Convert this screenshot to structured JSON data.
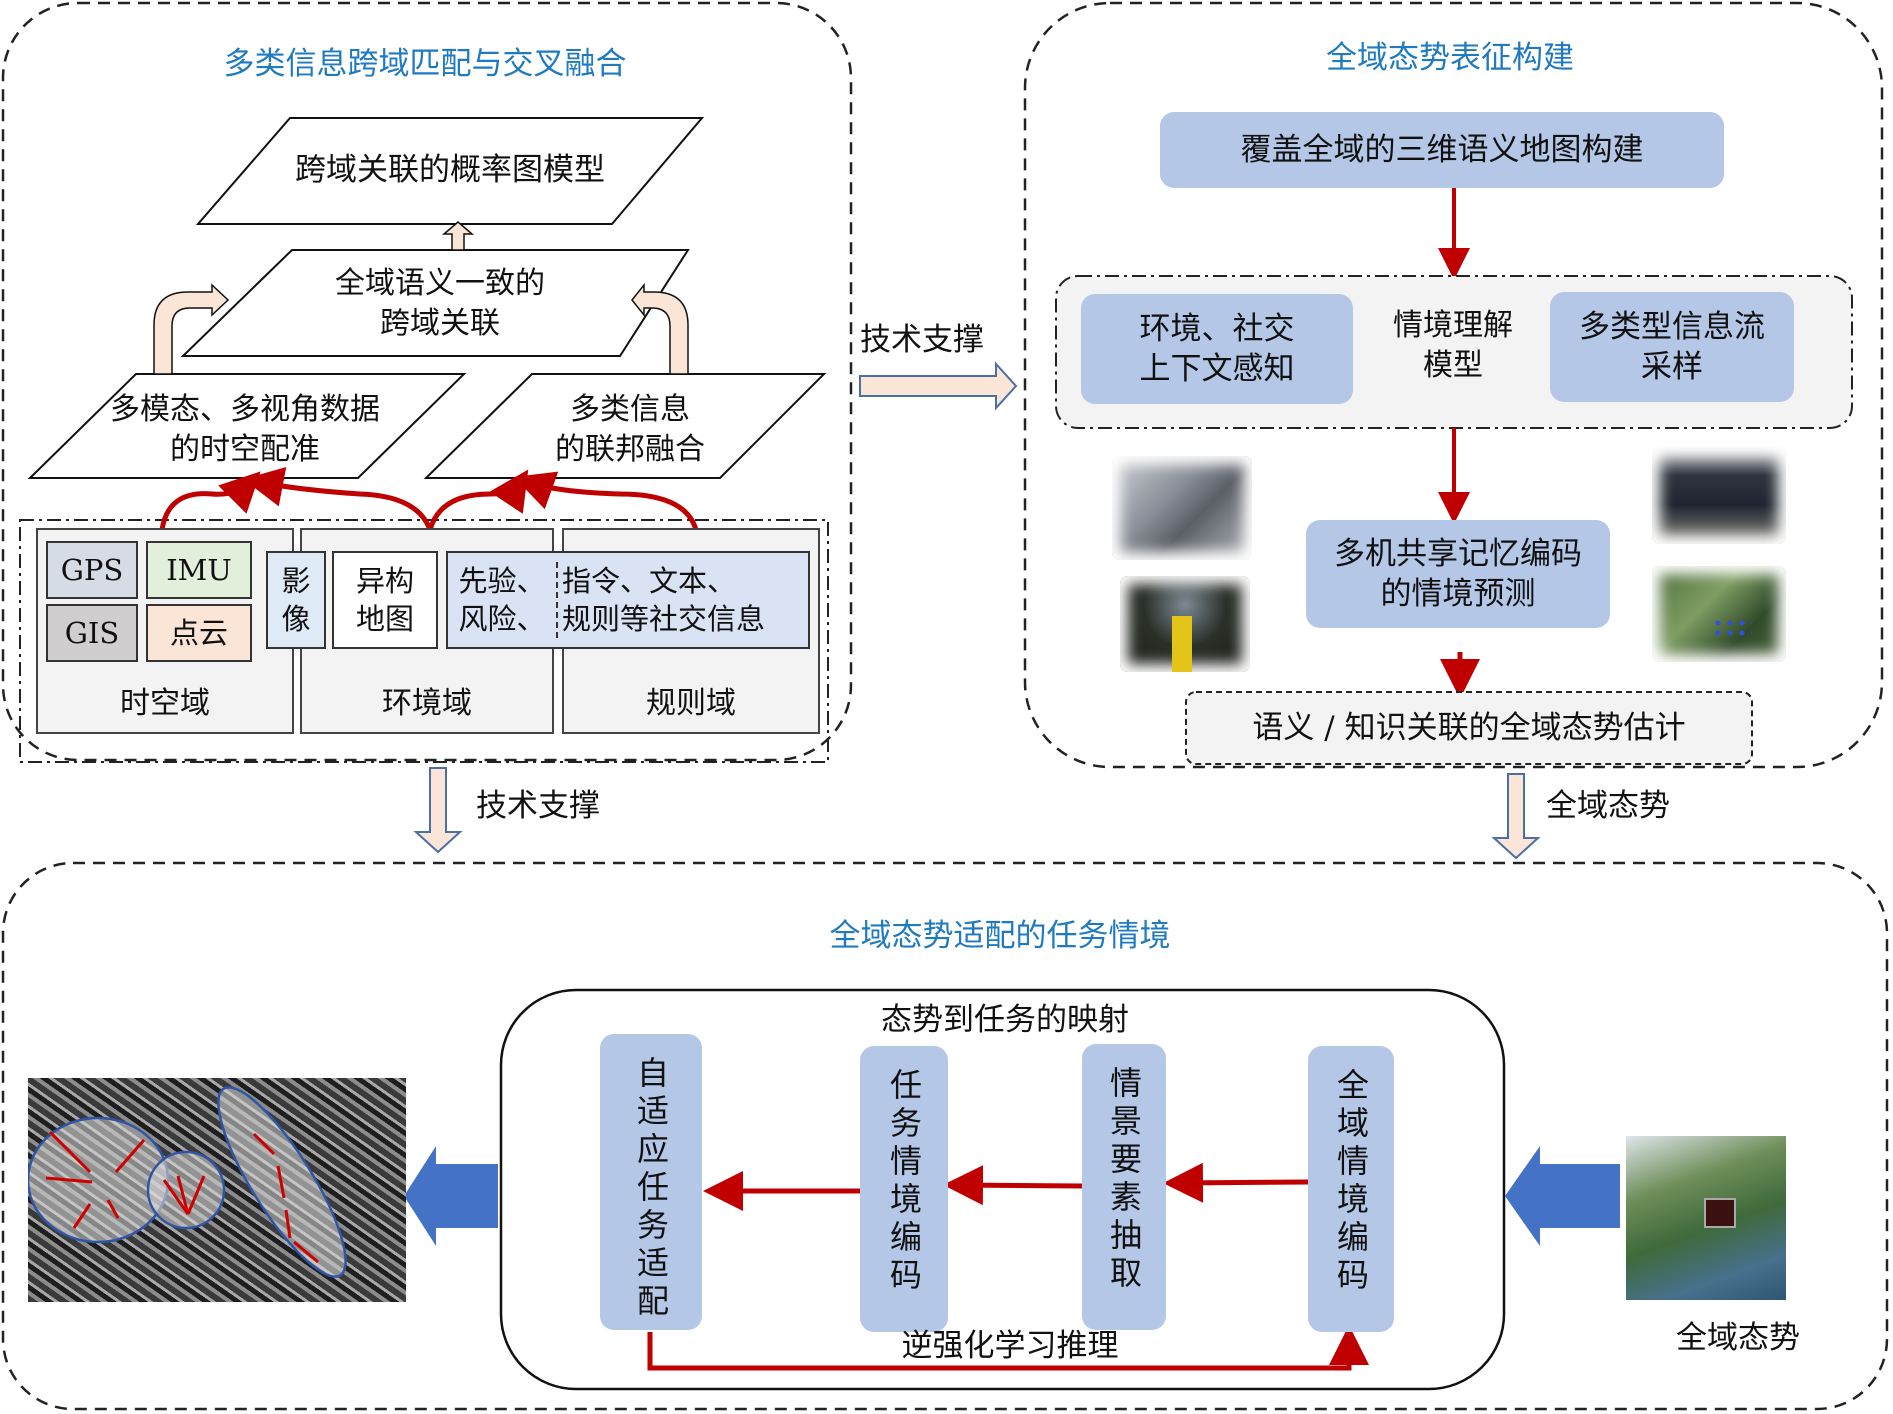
{
  "colors": {
    "title_blue": "#1f7ac0",
    "box_blue": "#b4c7e7",
    "arrow_red": "#c00000",
    "hollow_arrow_fill": "#fbe5d6",
    "hollow_arrow_stroke": "#4a6fa5",
    "solid_arrow_blue": "#4472c4",
    "gps": "#d6dce5",
    "imu": "#e2efda",
    "gis": "#d0cece",
    "pointcloud": "#fbe5d6",
    "imagery": "#deebf7",
    "prior_rules": "#dae3f3"
  },
  "left_panel": {
    "title": "多类信息跨域匹配与交叉融合",
    "top_para": "跨域关联的概率图模型",
    "mid_para": [
      "全域语义一致的",
      "跨域关联"
    ],
    "left_para": [
      "多模态、多视角数据",
      "的时空配准"
    ],
    "right_para": [
      "多类信息",
      "的联邦融合"
    ],
    "sources": {
      "gps": "GPS",
      "imu": "IMU",
      "gis": "GIS",
      "pointcloud": "点云",
      "imagery": [
        "影",
        "像"
      ],
      "hetero_map": [
        "异构",
        "地图"
      ],
      "prior_risk": [
        "先验、",
        "风险、"
      ],
      "social_info": [
        "指令、文本、",
        "规则等社交信息"
      ]
    },
    "domains": [
      "时空域",
      "环境域",
      "规则域"
    ]
  },
  "connectors": {
    "left_to_right": "技术支撑",
    "left_to_bottom": "技术支撑",
    "right_to_bottom": "全域态势"
  },
  "right_panel": {
    "title": "全域态势表征构建",
    "map_box": "覆盖全域的三维语义地图构建",
    "context_box": [
      "环境、社交",
      "上下文感知"
    ],
    "model_label": [
      "情境理解",
      "模型"
    ],
    "sampling_box": [
      "多类型信息流",
      "采样"
    ],
    "memory_box": [
      "多机共享记忆编码",
      "的情境预测"
    ],
    "estimate_box": "语义 / 知识关联的全域态势估计",
    "images": [
      "robot-arm-photo",
      "mine-tunnel-photo",
      "quadruped-robot-photo",
      "forest-robot-photo"
    ]
  },
  "bottom_panel": {
    "title": "全域态势适配的任务情境",
    "mapping_title": "态势到任务的映射",
    "stages": [
      "自适应任务适配",
      "任务情境编码",
      "情景要素抽取",
      "全域情境编码"
    ],
    "irl_label": "逆强化学习推理",
    "situation_label": "全域态势",
    "images": [
      "satellite-task-map",
      "command-center-map"
    ]
  }
}
